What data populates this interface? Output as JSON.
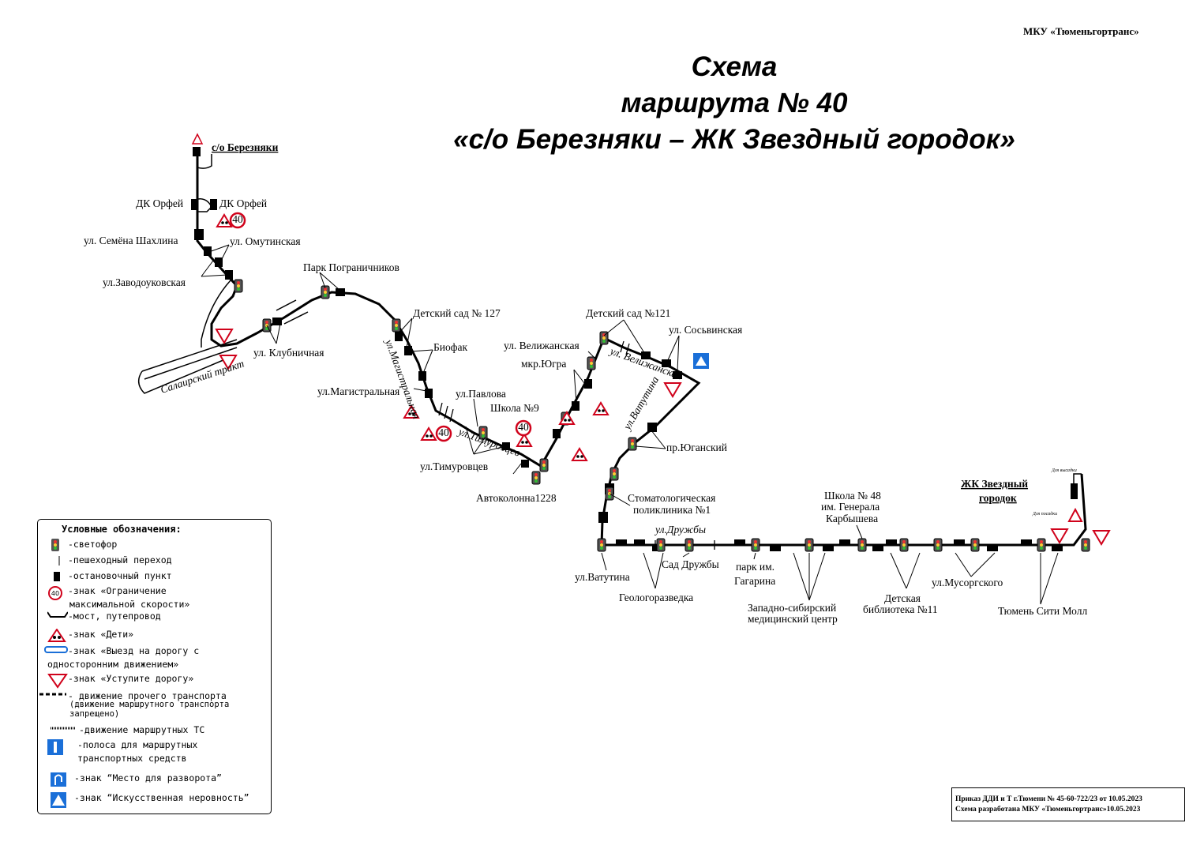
{
  "organization": "МКУ «Тюменьгортранс»",
  "title": {
    "line1": "Схема",
    "line2": "маршрута № 40",
    "line3": "«с/о Березняки – ЖК Звездный городок»"
  },
  "stops": {
    "berezniaki": "с/о Березняки",
    "dk_orfei_left": "ДК Орфей",
    "dk_orfei_right": "ДК Орфей",
    "shakhlina": "ул. Семёна Шахлина",
    "omutinskaya": "ул. Омутинская",
    "zavodoukovskaya": "ул.Заводоуковская",
    "park_pogranichnikov": "Парк Пограничников",
    "klubnichnaya": "ул. Клубничная",
    "detsad127": "Детский сад № 127",
    "biofak": "Биофак",
    "magistralnaya": "ул.Магистральная",
    "pavlova": "ул.Павлова",
    "shkola9": "Школа №9",
    "timurovtsev": "ул.Тимуровцев",
    "avtokolonna": "Автоколонна1228",
    "velizhanskaya": "ул. Велижанская",
    "mkr_yugra": "мкр.Югра",
    "detsad121": "Детский сад №121",
    "sosvinskaya": "ул. Сосьвинская",
    "yuganskiy": "пр.Юганский",
    "stomat_1": "Стоматологическая",
    "stomat_2": "поликлиника №1",
    "vatutina": "ул.Ватутина",
    "geologorazvedka": "Геологоразведка",
    "sad_druzhby": "Сад Дружбы",
    "park_gagarina_1": "парк им.",
    "park_gagarina_2": "Гагарина",
    "zsmc_1": "Западно-сибирский",
    "zsmc_2": "медицинский центр",
    "shkola48_1": "Школа № 48",
    "shkola48_2": "им. Генерала",
    "shkola48_3": "Карбышева",
    "biblioteka_1": "Детская",
    "biblioteka_2": "библиотека №11",
    "musorgskogo": "ул.Мусоргского",
    "siti_moll": "Тюмень Сити Молл",
    "zvezdny_1": "ЖК Звездный",
    "zvezdny_2": "городок"
  },
  "street_labels": {
    "salairskiy": "Салаирский тракт",
    "magistralnaya": "ул.Магистральная",
    "timurovtsev": "ул.Тимуровцев",
    "velizhanskaya": "ул. Велижанская",
    "vatutina": "ул.Ватутина",
    "druzhby": "ул.Дружбы",
    "dlya_vysadki": "Для высадки",
    "dlya_posadki": "Для посадки"
  },
  "speed_limit": "40",
  "legend": {
    "title": "Условные обозначения:",
    "traffic_light": "-светофор",
    "crosswalk": "-пешеходный переход",
    "stop": "-остановочный пункт",
    "speed_1": "-знак «Ограничение",
    "speed_2": "максимальной скорости»",
    "bridge": "-мост, путепровод",
    "children": "-знак «Дети»",
    "oneway_1": "-знак «Выезд на дорогу с",
    "oneway_2": "односторонним движением»",
    "yield": "-знак «Уступите дорогу»",
    "other_1": "- движение прочего транспорта",
    "other_2": "(движение маршрутного транспорта",
    "other_3": "запрещено)",
    "route": "-движение маршрутных ТС",
    "lane_1": "-полоса для маршрутных",
    "lane_2": "транспортных средств",
    "uturn": "-знак “Место для разворота”",
    "bump": "-знак “Искусственная неровность”"
  },
  "footer": {
    "line1": "Приказ ДДИ и Т г.Тюмени № 45-60-722/23 от 10.05.2023",
    "line2": "Схема разработана МКУ «Тюменьгортранс»10.05.2023"
  },
  "colors": {
    "line": "#000000",
    "sign_red": "#d0021b",
    "sign_blue": "#1a6fd8"
  }
}
